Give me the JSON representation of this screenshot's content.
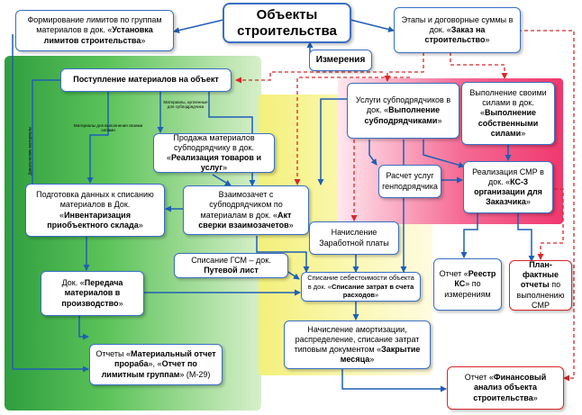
{
  "title": "Объекты строительства",
  "nodes": {
    "limits": {
      "pre": "Формирование лимитов по группам материалов в док. «",
      "bold": "Установка лимитов строительства",
      "post": "»"
    },
    "stages": {
      "pre": "Этапы и договорные суммы в док. «",
      "bold": "Заказ на строительство",
      "post": "»"
    },
    "measure": {
      "text": "Измерения"
    },
    "receipt": {
      "text": "Поступление материалов на объект"
    },
    "subcontract": {
      "pre": "Услуги субподрядчиков в док. «",
      "bold": "Выполнение субподрядчиками",
      "post": "»"
    },
    "own": {
      "pre": "Выполнение своими силами в док. «",
      "bold": "Выполнение собственными силами",
      "post": "»"
    },
    "sale": {
      "pre": "Продажа материалов субподрядчику в док. «",
      "bold": "Реализация товаров и услуг",
      "post": "»"
    },
    "gencalc": {
      "text": "Расчет услуг генподрядчика"
    },
    "ks3": {
      "pre": "Реализация СМР в док. «",
      "bold": "КС-3 организации для Заказчика",
      "post": "»"
    },
    "inventory": {
      "pre": "Подготовка данных к списанию материалов в Док. «",
      "bold": "Инвентаризация приобъектного склада",
      "post": "»"
    },
    "netting": {
      "pre": "Взаимозачет с субподрядчиком по материалам в док. «",
      "bold": "Акт сверки взаимозачетов",
      "post": "»"
    },
    "salary": {
      "text": "Начисление Заработной платы"
    },
    "fuel": {
      "pre": "Списание ГСМ – док. ",
      "bold": "Путевой лист",
      "post": ""
    },
    "transfer": {
      "pre": "Док. «",
      "bold": "Передача материалов в производство",
      "post": "»"
    },
    "costwrite": {
      "pre": "Списание себестоимости объекта в док. «",
      "bold": "Списание затрат в счета расходов",
      "post": "»"
    },
    "registry": {
      "pre": "Отчет «",
      "bold": "Реестр КС",
      "post": "» по измерениям"
    },
    "planfact": {
      "bold": "План-фактные отчеты",
      "post": " по выполнению СМР"
    },
    "amort": {
      "pre": "Начисление амортизации, распределение, списание затрат типовым документом «",
      "bold": "Закрытие месяца",
      "post": "»"
    },
    "reports": {
      "pre": "Отчеты «",
      "bold1": "Материальный отчет прораба",
      "mid": "», «",
      "bold2": "Отчет по лимитным группам",
      "post": "» (М-29)"
    },
    "finance": {
      "pre": "Отчет «",
      "bold": "Финансовый анализ объекта строительства",
      "post": "»"
    }
  },
  "arrow_labels": {
    "own_forces": "Материалы для выполнения своими силами",
    "to_sub": "Материалы, купленные для субподрядчика",
    "given_sub": "Давальческие материалы"
  },
  "colors": {
    "blue": "#1f5fb5",
    "red": "#d9262a",
    "green_zone": "#3fae45",
    "yellow_zone": "#f6f28c",
    "pink_zone": "#f2457a"
  }
}
